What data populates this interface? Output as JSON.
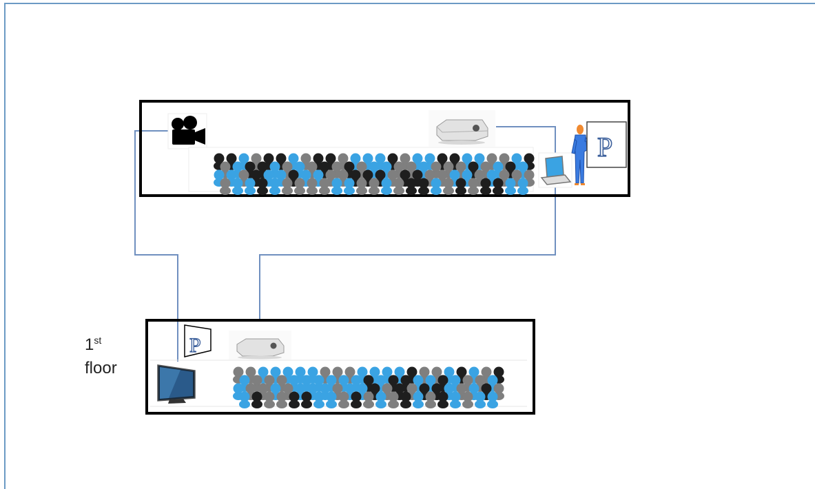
{
  "diagram": {
    "floor_label": {
      "number": "1",
      "suffix": "st",
      "word": "floor"
    },
    "screen_letter": "P",
    "colors": {
      "room_border": "#000000",
      "cable": "#6f8fbf",
      "frame_border": "#6b9ac4",
      "crowd_blue": "#3aa3e3",
      "crowd_gray": "#7f7f7f",
      "crowd_dark": "#1e1e1e",
      "presenter": "#3a7be0",
      "presenter_skin": "#f08a30"
    }
  }
}
